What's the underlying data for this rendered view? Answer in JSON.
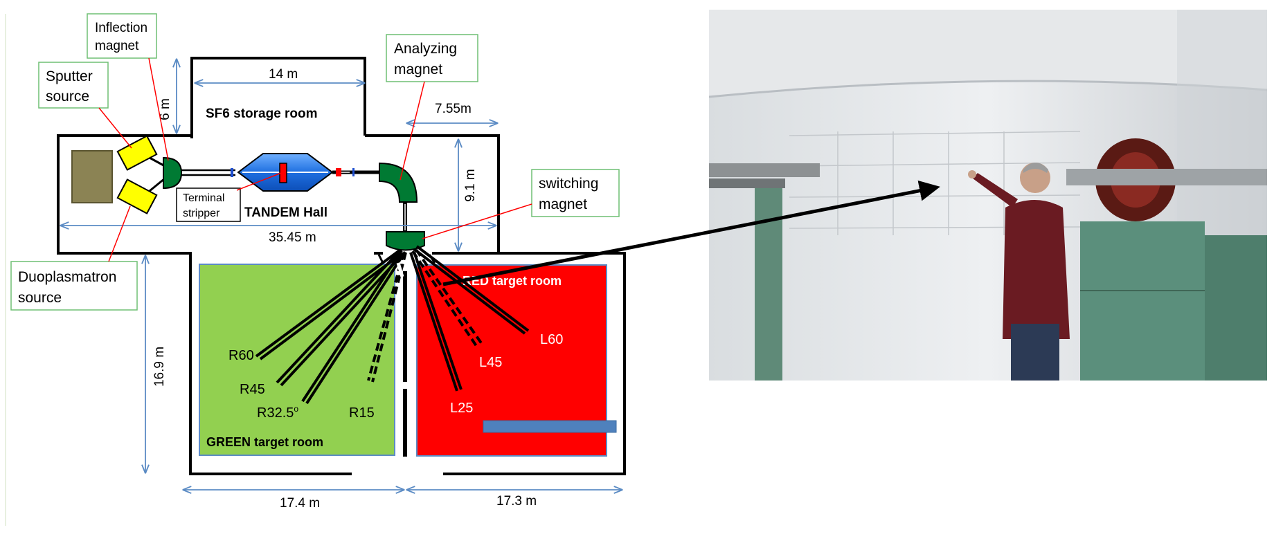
{
  "labels": {
    "inflection_magnet": [
      "Inflection",
      "magnet"
    ],
    "sputter_source": [
      "Sputter",
      "source"
    ],
    "analyzing_magnet": [
      "Analyzing",
      "magnet"
    ],
    "switching_magnet": [
      "switching",
      "magnet"
    ],
    "duoplasmatron_source": [
      "Duoplasmatron",
      "source"
    ],
    "terminal_stripper": [
      "Terminal",
      "stripper"
    ],
    "tandem_hall": "TANDEM  Hall",
    "sf6_room": "SF6  storage room",
    "green_room": "GREEN target room",
    "red_room": "RED target room"
  },
  "dimensions": {
    "d14m": "14 m",
    "d6m": "6 m",
    "d755m": "7.55m",
    "d91m": "9.1 m",
    "d3545m": "35.45 m",
    "d169m": "16.9 m",
    "d174m": "17.4 m",
    "d173m": "17.3 m"
  },
  "beamlines": {
    "R60": "R60",
    "R45": "R45",
    "R32": "R32.5",
    "R32_sup": "o",
    "R15": "R15",
    "L25": "L25",
    "L45": "L45",
    "L60": "L60"
  },
  "colors": {
    "green_room": "#92d050",
    "red_room": "#ff0000",
    "magnet": "#007a33",
    "source": "#ffff00",
    "tank": "#1f6fe0",
    "dim_arrow": "#5b8bc4",
    "label_border": "#6fbf73",
    "bench": "#8b8354"
  },
  "icons": [
    "sputter-source-icon",
    "duoplasmatron-source-icon",
    "inflection-magnet-icon",
    "tandem-tank-icon",
    "analyzing-magnet-icon",
    "switching-magnet-icon",
    "beam-dump-icon",
    "accelerator-photo-icon",
    "person-icon",
    "pointer-arrow-icon"
  ]
}
